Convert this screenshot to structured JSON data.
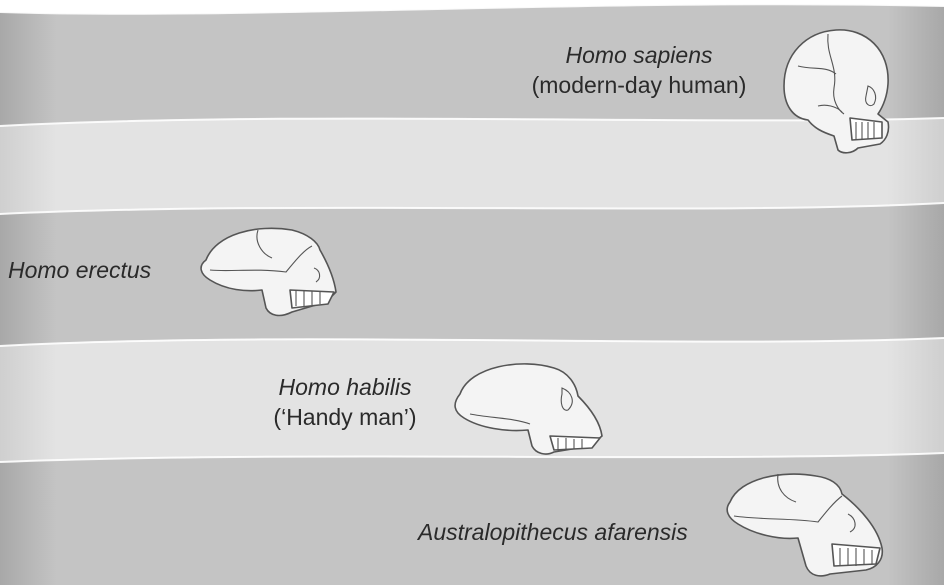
{
  "figure": {
    "layers": [
      {
        "species": "Homo sapiens",
        "common_name": "(modern-day human)",
        "skull_icon": "homo-sapiens-skull"
      },
      {
        "species": "Homo erectus",
        "common_name": "",
        "skull_icon": "homo-erectus-skull"
      },
      {
        "species": "Homo habilis",
        "common_name": "(‘Handy man’)",
        "skull_icon": "homo-habilis-skull"
      },
      {
        "species": "Australopithecus afarensis",
        "common_name": "",
        "skull_icon": "australopithecus-skull"
      }
    ],
    "colors": {
      "dark_band": "#c4c4c4",
      "light_band": "#e3e3e3",
      "band_edge": "#9a9a9a",
      "skull_fill": "#f4f4f4",
      "skull_outline": "#555555"
    }
  }
}
